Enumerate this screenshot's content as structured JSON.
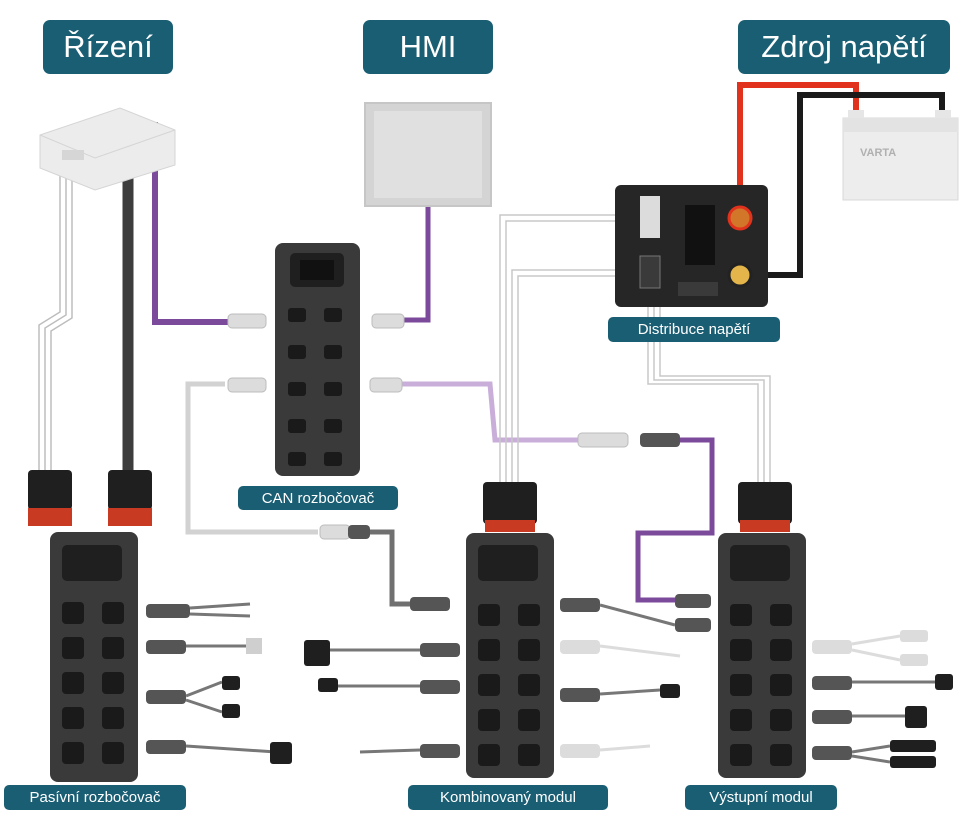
{
  "headers": {
    "control": "Řízení",
    "hmi": "HMI",
    "power_source": "Zdroj napětí"
  },
  "labels": {
    "power_distribution": "Distribuce napětí",
    "can_splitter": "CAN rozbočovač",
    "passive_splitter": "Pasívní rozbočovač",
    "combined_module": "Kombinovaný modul",
    "output_module": "Výstupní modul"
  },
  "battery_brand": "VARTA",
  "colors": {
    "header_bg": "#1a5e73",
    "can_cable": "#7b4a9a",
    "can_cable_light": "#c8aed8",
    "power_positive": "#e0321c",
    "power_negative": "#1a1a1a",
    "module_body": "#3a3a3a",
    "connector_red": "#c83a22"
  },
  "icons": [
    "controller-unit-icon",
    "hmi-screen-icon",
    "battery-icon",
    "power-distribution-box-icon",
    "can-splitter-icon",
    "module-icon",
    "connector-icon"
  ]
}
